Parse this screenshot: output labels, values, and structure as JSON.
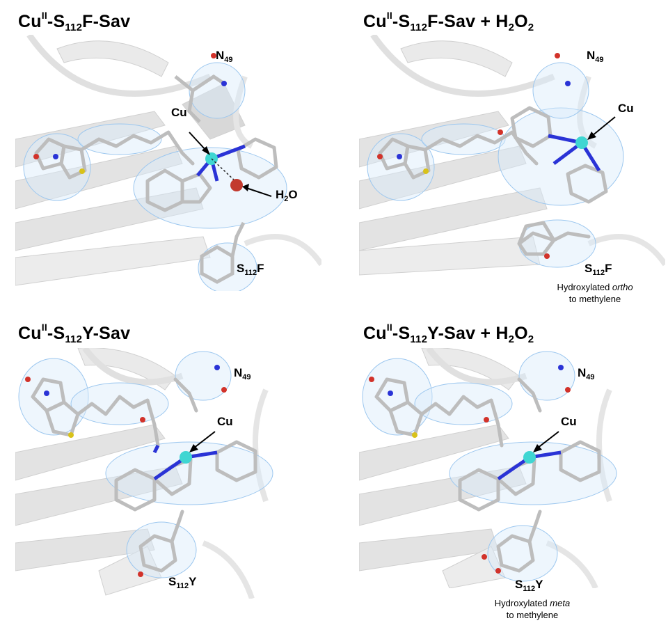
{
  "panels": [
    {
      "title": {
        "pre": "Cu",
        "ox": "II",
        "mid": "-S",
        "res": "112",
        "post": "F-Sav",
        "extra": ""
      },
      "labels": {
        "asn_main": "N",
        "asn_sub": "49",
        "cu": "Cu",
        "water_main": "H",
        "water_sub": "2",
        "water_end": "O",
        "mut_main": "S",
        "mut_sub": "112",
        "mut_end": "F"
      },
      "note": {
        "line1": "",
        "italic": "",
        "line1_end": "",
        "line2": ""
      }
    },
    {
      "title": {
        "pre": "Cu",
        "ox": "II",
        "mid": "-S",
        "res": "112",
        "post": "F-Sav + H",
        "sub2": "2",
        "o": "O",
        "sub3": "2"
      },
      "labels": {
        "asn_main": "N",
        "asn_sub": "49",
        "cu": "Cu",
        "mut_main": "S",
        "mut_sub": "112",
        "mut_end": "F"
      },
      "note": {
        "line1": "Hydroxylated ",
        "italic": "ortho",
        "line2": "to methylene"
      }
    },
    {
      "title": {
        "pre": "Cu",
        "ox": "II",
        "mid": "-S",
        "res": "112",
        "post": "Y-Sav"
      },
      "labels": {
        "asn_main": "N",
        "asn_sub": "49",
        "cu": "Cu",
        "mut_main": "S",
        "mut_sub": "112",
        "mut_end": "Y"
      },
      "note": {
        "line1": "",
        "italic": "",
        "line2": ""
      }
    },
    {
      "title": {
        "pre": "Cu",
        "ox": "II",
        "mid": "-S",
        "res": "112",
        "post": "Y-Sav + H",
        "sub2": "2",
        "o": "O",
        "sub3": "2"
      },
      "labels": {
        "asn_main": "N",
        "asn_sub": "49",
        "cu": "Cu",
        "mut_main": "S",
        "mut_sub": "112",
        "mut_end": "Y"
      },
      "note": {
        "line1": "Hydroxylated ",
        "italic": "meta",
        "line2": "to methylene"
      }
    }
  ],
  "colors": {
    "carbon": "#c4c4c4",
    "nitrogen": "#2a33d6",
    "oxygen": "#d2322a",
    "sulfur": "#d8c21a",
    "copper": "#3fd6d2",
    "water": "#c23a2e",
    "density_mesh": "#9cc7ef",
    "ribbon": "#dcdcdc"
  }
}
